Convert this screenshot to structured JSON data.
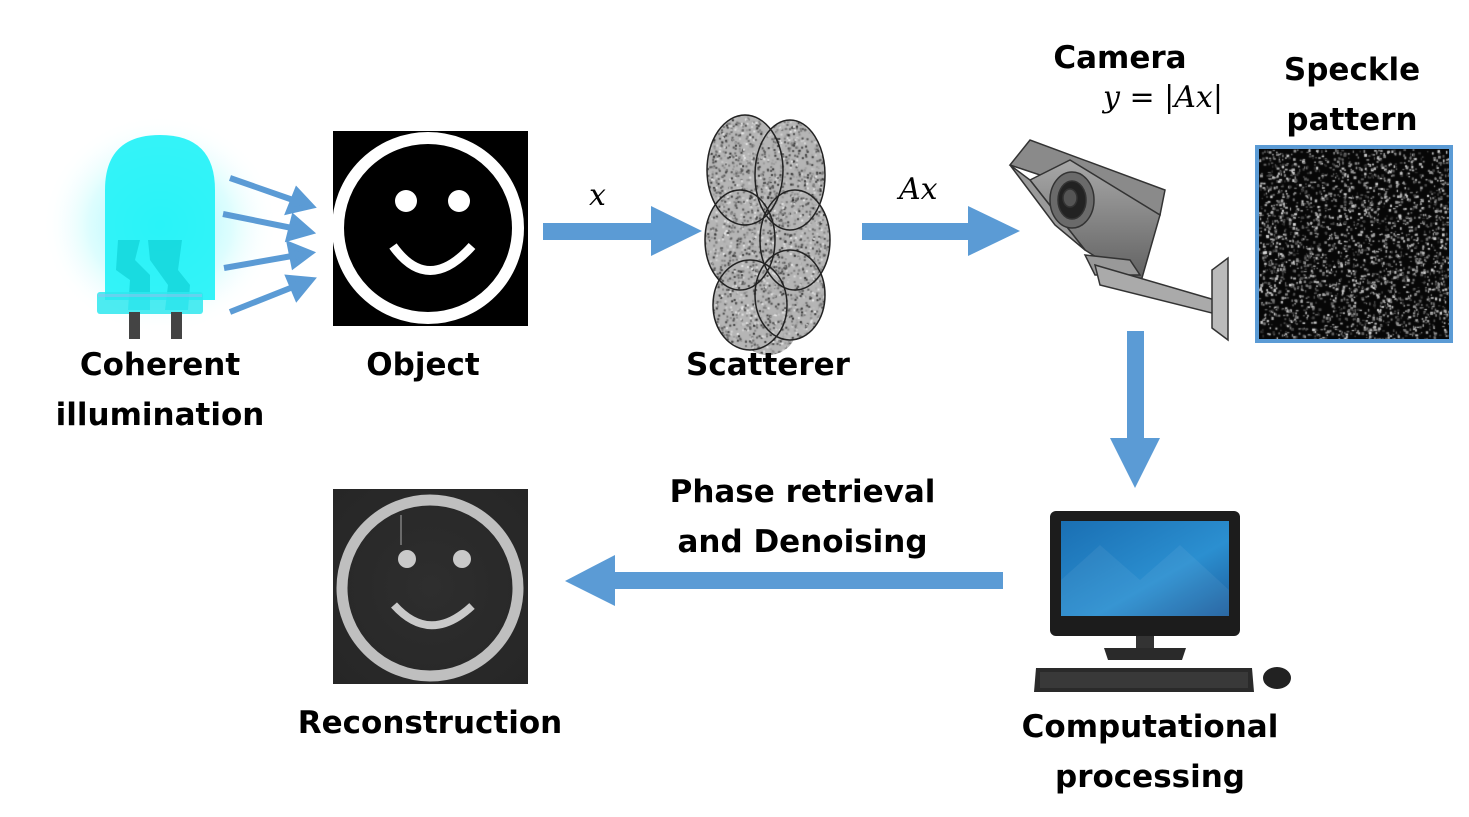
{
  "diagram": {
    "colors": {
      "arrow": "#5b9bd5",
      "led": "#1ef0f5",
      "speckle_border": "#5b9bd5"
    },
    "nodes": {
      "source": {
        "label_line1": "Coherent",
        "label_line2": "illumination",
        "icon": "led-icon"
      },
      "object": {
        "label": "Object",
        "icon": "smiley-object-image"
      },
      "scatterer": {
        "label": "Scatterer",
        "icon": "scatterer-cloud-icon"
      },
      "camera": {
        "label": "Camera",
        "equation": "y = |Ax|",
        "icon": "security-camera-icon"
      },
      "speckle": {
        "label_line1": "Speckle",
        "label_line2": "pattern",
        "icon": "speckle-image"
      },
      "computer": {
        "label_line1": "Computational",
        "label_line2": "processing",
        "icon": "desktop-computer-icon"
      },
      "reconstruction": {
        "label": "Reconstruction",
        "icon": "reconstructed-smiley-image"
      }
    },
    "edges": {
      "object_to_scatterer": {
        "label": "x"
      },
      "scatterer_to_camera": {
        "label": "Ax"
      },
      "computer_to_reconstruction": {
        "label_line1": "Phase retrieval",
        "label_line2": "and Denoising"
      }
    }
  }
}
